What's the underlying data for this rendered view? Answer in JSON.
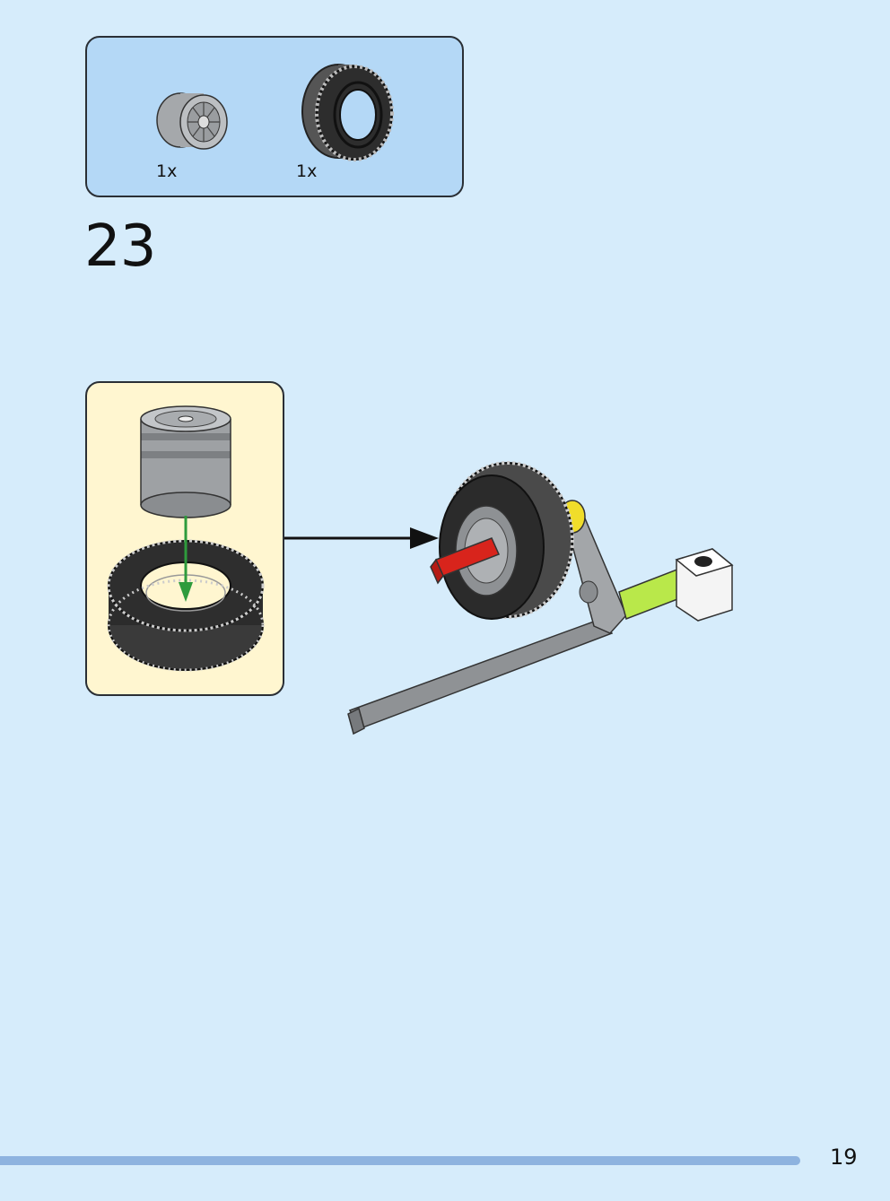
{
  "parts_list": {
    "items": [
      {
        "quantity": "1x",
        "icon": "wheel-rim-icon"
      },
      {
        "quantity": "1x",
        "icon": "tire-icon"
      }
    ]
  },
  "step": {
    "number": "23"
  },
  "callout": {
    "icon": "wheel-into-tire-icon"
  },
  "page": {
    "number": "19",
    "progress_color": "#8eb3df",
    "background": "#d6ecfb"
  }
}
